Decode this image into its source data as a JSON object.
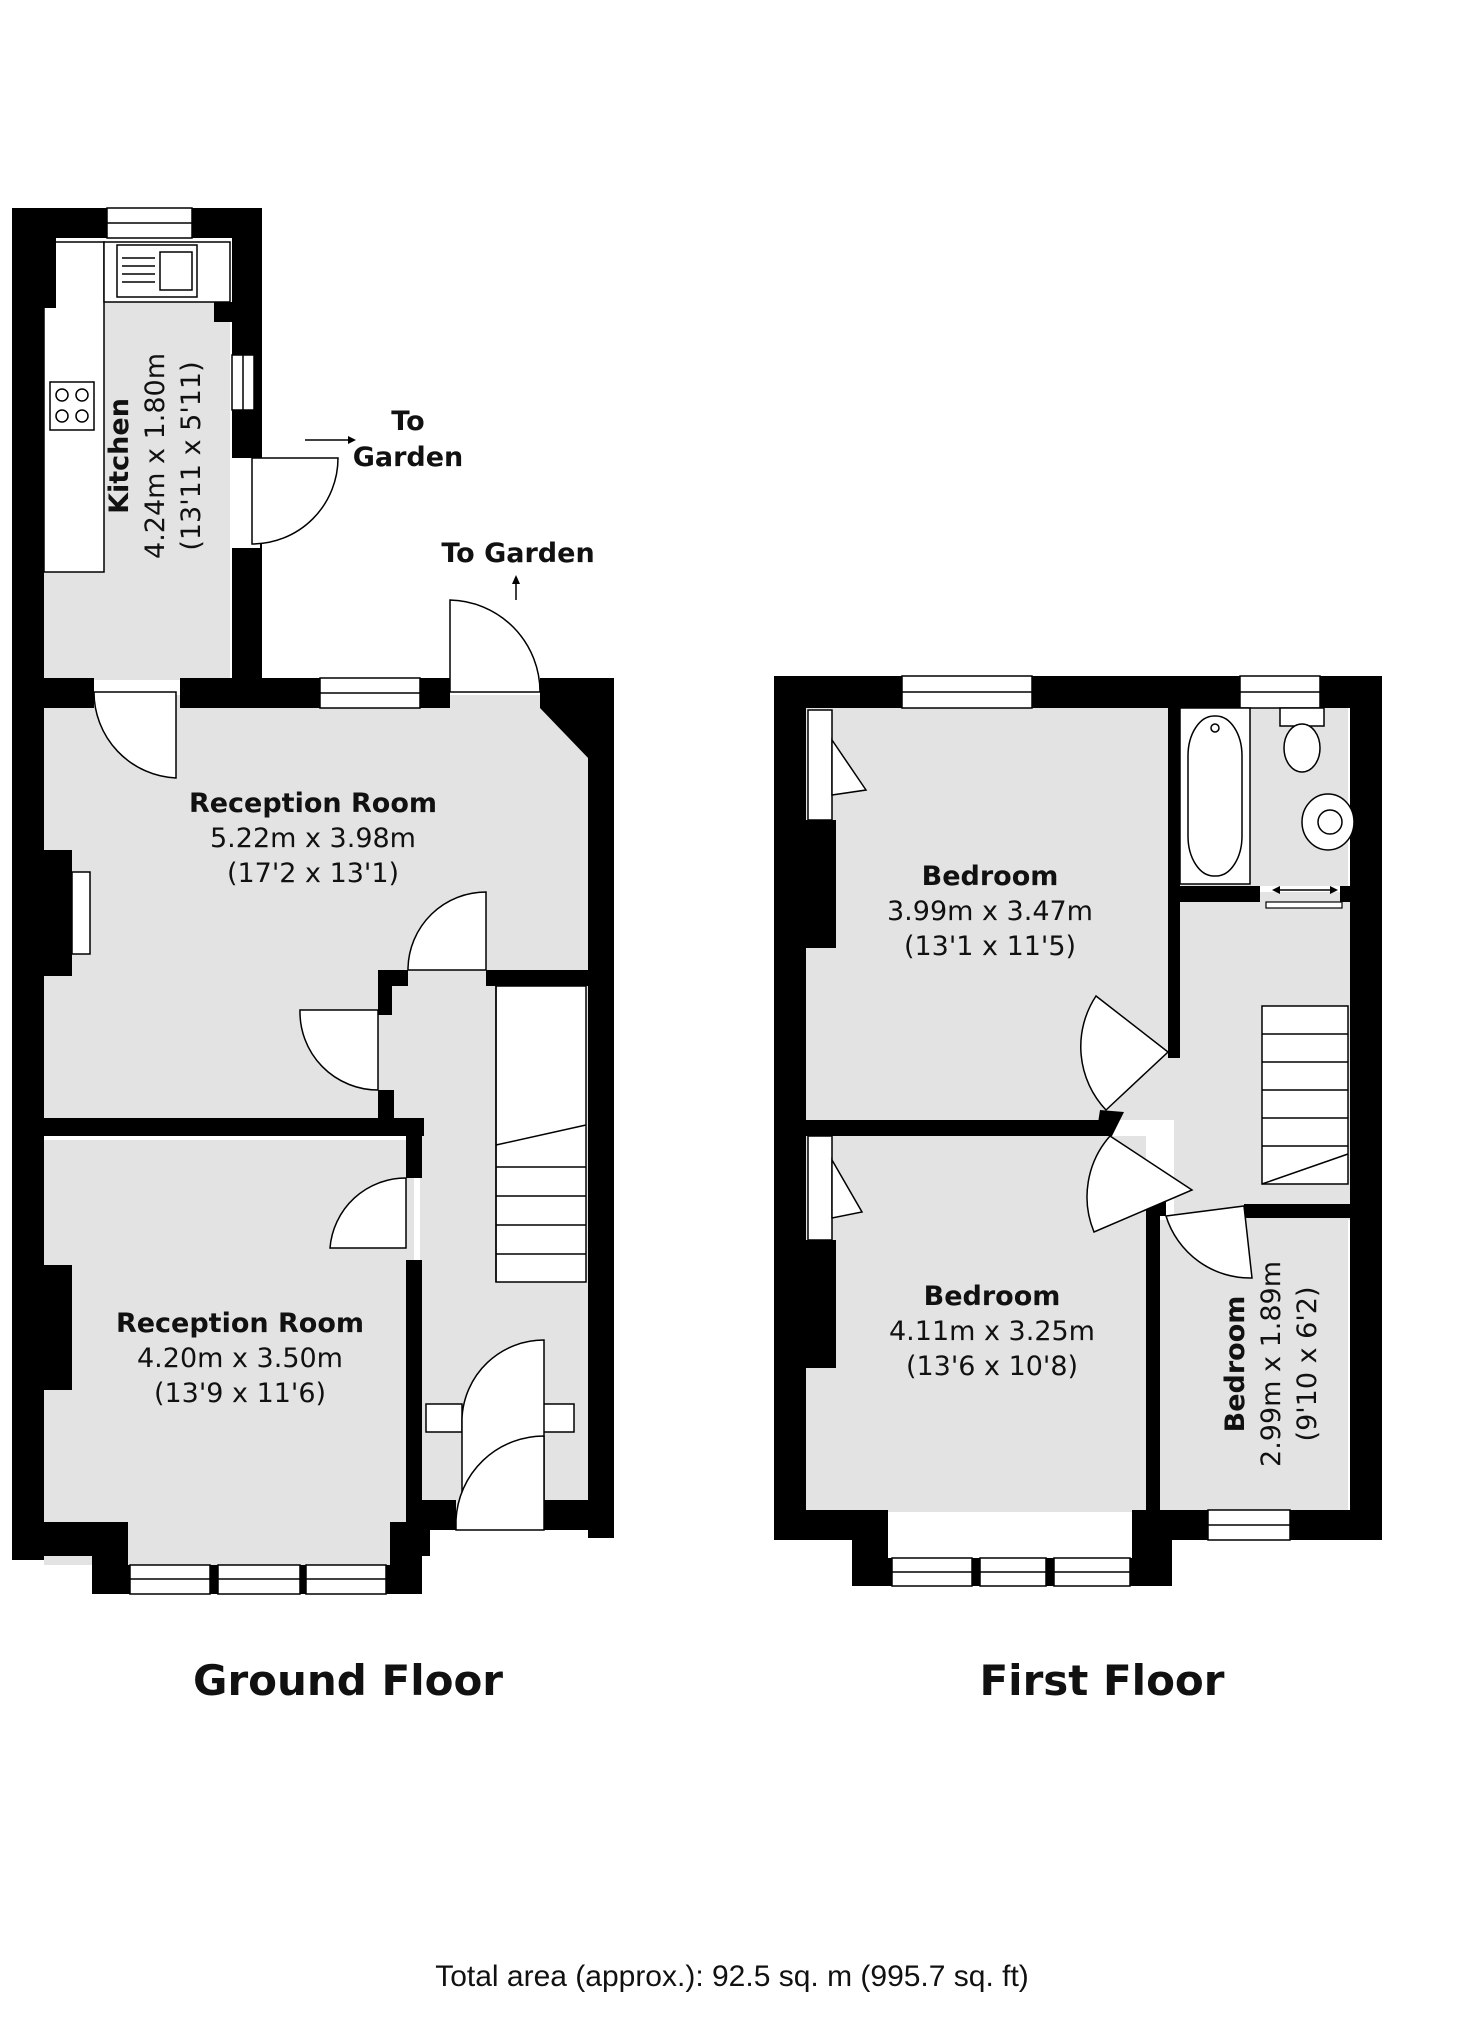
{
  "floors": {
    "ground": {
      "label": "Ground Floor"
    },
    "first": {
      "label": "First Floor"
    }
  },
  "rooms": {
    "kitchen": {
      "name": "Kitchen",
      "metric": "4.24m x 1.80m",
      "imperial": "(13'11 x 5'11)"
    },
    "reception_1": {
      "name": "Reception Room",
      "metric": "5.22m x 3.98m",
      "imperial": "(17'2 x 13'1)"
    },
    "reception_2": {
      "name": "Reception Room",
      "metric": "4.20m x 3.50m",
      "imperial": "(13'9 x 11'6)"
    },
    "bedroom_1": {
      "name": "Bedroom",
      "metric": "3.99m x 3.47m",
      "imperial": "(13'1 x 11'5)"
    },
    "bedroom_2": {
      "name": "Bedroom",
      "metric": "4.11m x 3.25m",
      "imperial": "(13'6 x 10'8)"
    },
    "bedroom_3": {
      "name": "Bedroom",
      "metric": "2.99m x 1.89m",
      "imperial": "(9'10 x 6'2)"
    }
  },
  "notes": {
    "to_garden_kitchen_line1": "To",
    "to_garden_kitchen_line2": "Garden",
    "to_garden_reception": "To Garden"
  },
  "total_area": "Total area (approx.): 92.5 sq. m (995.7 sq. ft)",
  "colors": {
    "wall": "#000000",
    "floor": "#e3e3e3",
    "background": "#ffffff"
  }
}
